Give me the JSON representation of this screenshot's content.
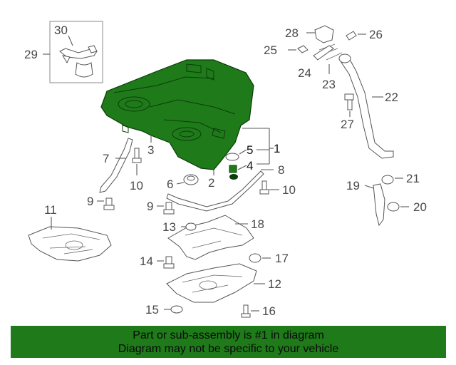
{
  "callouts": {
    "c1": "1",
    "c2": "2",
    "c3": "3",
    "c4": "4",
    "c5": "5",
    "c6": "6",
    "c7": "7",
    "c8": "8",
    "c9a": "9",
    "c9b": "9",
    "c10a": "10",
    "c10b": "10",
    "c11": "11",
    "c12": "12",
    "c13": "13",
    "c14": "14",
    "c15": "15",
    "c16": "16",
    "c17": "17",
    "c18": "18",
    "c19": "19",
    "c20": "20",
    "c21": "21",
    "c22": "22",
    "c23": "23",
    "c24": "24",
    "c25": "25",
    "c26": "26",
    "c27": "27",
    "c28": "28",
    "c29": "29",
    "c30": "30"
  },
  "banner": {
    "line1": "Part or sub-assembly is #1 in diagram",
    "line2": "Diagram may not be specific to your vehicle"
  },
  "colors": {
    "highlight": "#1f7a1a",
    "line": "#5a5a5a"
  }
}
